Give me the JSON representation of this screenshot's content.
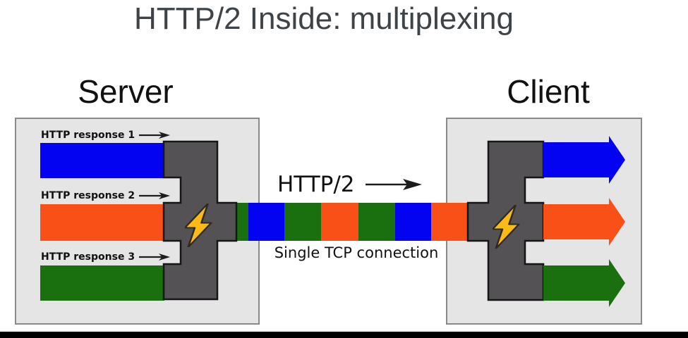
{
  "title": "HTTP/2 Inside: multiplexing",
  "server": {
    "heading": "Server",
    "responses": [
      {
        "label": "HTTP response 1",
        "color": "blue"
      },
      {
        "label": "HTTP response 2",
        "color": "orange"
      },
      {
        "label": "HTTP response 3",
        "color": "green"
      }
    ]
  },
  "client": {
    "heading": "Client",
    "arrows": [
      "blue",
      "orange",
      "green"
    ]
  },
  "connection": {
    "protocol_label": "HTTP/2",
    "caption": "Single TCP connection",
    "stripes": [
      {
        "color": "green",
        "width": 19
      },
      {
        "color": "blue",
        "width": 51
      },
      {
        "color": "green",
        "width": 52
      },
      {
        "color": "orange",
        "width": 53
      },
      {
        "color": "green",
        "width": 52
      },
      {
        "color": "blue",
        "width": 51
      },
      {
        "color": "orange",
        "width": 52
      }
    ]
  },
  "palette": {
    "blue": "#0303f2",
    "orange": "#f85017",
    "green": "#1a700f",
    "dark_gray": "#545254",
    "box_fill": "#e5e5e5",
    "box_border": "#8a8a8a",
    "bolt_yellow": "#fcba17",
    "title_color": "#3e4347",
    "ink": "#1c1c1c",
    "text_black": "#111111"
  }
}
